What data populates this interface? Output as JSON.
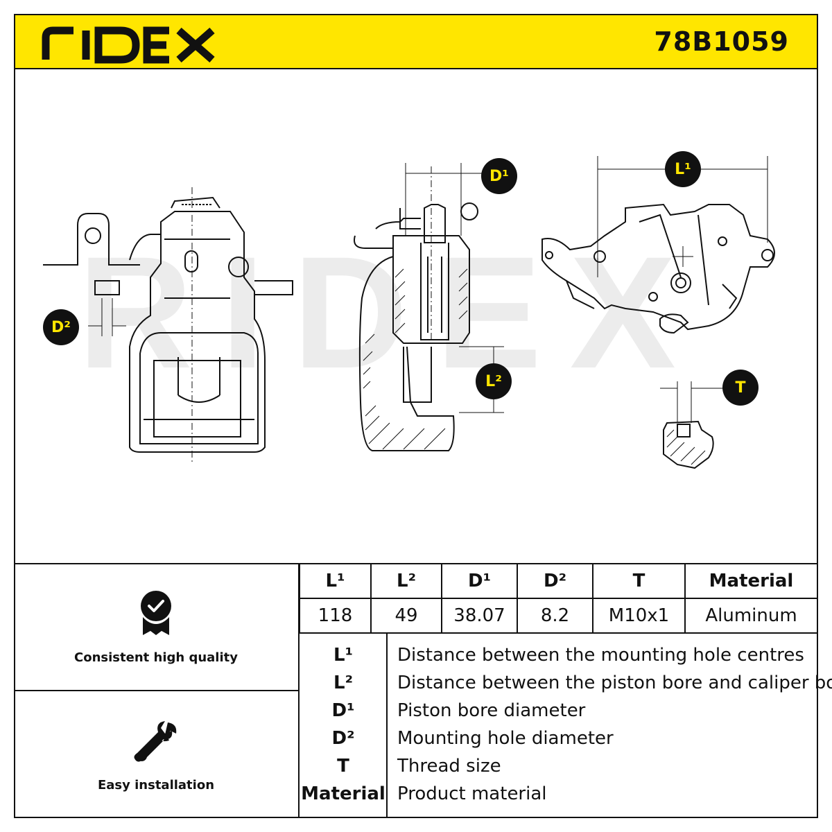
{
  "header": {
    "brand": "RIDEX",
    "part_number": "78B1059"
  },
  "drawing": {
    "watermark": "RIDEX",
    "badges": {
      "d1": "D¹",
      "d2": "D²",
      "l1": "L¹",
      "l2": "L²",
      "t": "T"
    }
  },
  "features": [
    {
      "label": "Consistent high quality",
      "icon": "quality-badge-icon"
    },
    {
      "label": "Easy installation",
      "icon": "wrench-icon"
    }
  ],
  "specs": {
    "headers": [
      "L¹",
      "L²",
      "D¹",
      "D²",
      "T",
      "Material"
    ],
    "values": [
      "118",
      "49",
      "38.07",
      "8.2",
      "M10x1",
      "Aluminum"
    ]
  },
  "legend": [
    {
      "key": "L¹",
      "desc": "Distance between the mounting hole centres"
    },
    {
      "key": "L²",
      "desc": "Distance between the piston bore and caliper body"
    },
    {
      "key": "D¹",
      "desc": "Piston bore diameter"
    },
    {
      "key": "D²",
      "desc": "Mounting hole diameter"
    },
    {
      "key": "T",
      "desc": "Thread size"
    },
    {
      "key": "Material",
      "desc": "Product material"
    }
  ],
  "colors": {
    "accent": "#ffe600",
    "ink": "#111111"
  }
}
